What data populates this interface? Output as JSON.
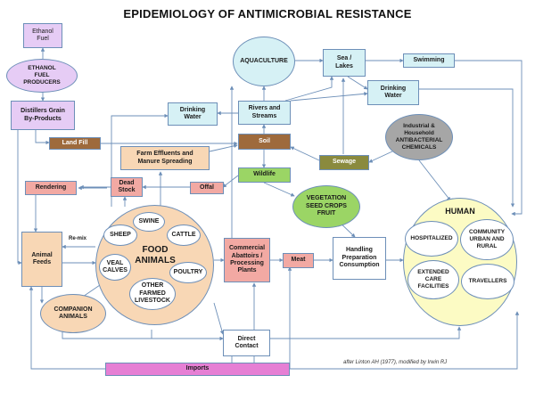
{
  "title": "EPIDEMIOLOGY OF ANTIMICROBIAL RESISTANCE",
  "caption": "after Linton AH (1977), modified by Irwin RJ",
  "remix_label": "Re-mix",
  "nodes": {
    "ethanol_fuel": "Ethanol\nFuel",
    "ethanol_producers": "ETHANOL\nFUEL\nPRODUCERS",
    "distillers": "Distillers Grain\nBy-Products",
    "land_fill": "Land Fill",
    "rendering": "Rendering",
    "animal_feeds": "Animal\nFeeds",
    "companion_animals": "COMPANION\nANIMALS",
    "food_animals": "FOOD\nANIMALS",
    "swine": "SWINE",
    "sheep": "SHEEP",
    "cattle": "CATTLE",
    "veal_calves": "VEAL\nCALVES",
    "poultry": "POULTRY",
    "other_livestock": "OTHER\nFARMED\nLIVESTOCK",
    "dead_stock": "Dead\nStock",
    "offal": "Offal",
    "farm_effluents": "Farm Effluents and\nManure Spreading",
    "drinking_water_left": "Drinking\nWater",
    "aquaculture": "AQUACULTURE",
    "rivers_streams": "Rivers and\nStreams",
    "soil": "Soil",
    "wildlife": "Wildlife",
    "sea_lakes": "Sea /\nLakes",
    "swimming": "Swimming",
    "drinking_water_right": "Drinking\nWater",
    "industrial": "Industrial &\nHousehold\nANTIBACTERIAL\nCHEMICALS",
    "sewage": "Sewage",
    "vegetation": "VEGETATION\nSEED CROPS\nFRUIT",
    "commercial_abattoirs": "Commercial\nAbattoirs /\nProcessing\nPlants",
    "meat": "Meat",
    "handling": "Handling\nPreparation\nConsumption",
    "direct_contact": "Direct\nContact",
    "imports": "Imports",
    "human": "HUMAN",
    "hospitalized": "HOSPITALIZED",
    "community": "COMMUNITY\nURBAN AND\nRURAL",
    "extended_care": "EXTENDED\nCARE\nFACILITIES",
    "travellers": "TRAVELLERS"
  },
  "colors": {
    "lavender": "#e6ccf5",
    "light_blue": "#d6f1f5",
    "brown": "#9e6a3c",
    "salmon": "#f2a9a3",
    "peach": "#f8d7b5",
    "green": "#9bd565",
    "olive": "#8a8a3e",
    "grey": "#a6a6a6",
    "human_yellow": "#fcfbc4",
    "magenta": "#e67fd4",
    "line": "#6d8fb8"
  }
}
